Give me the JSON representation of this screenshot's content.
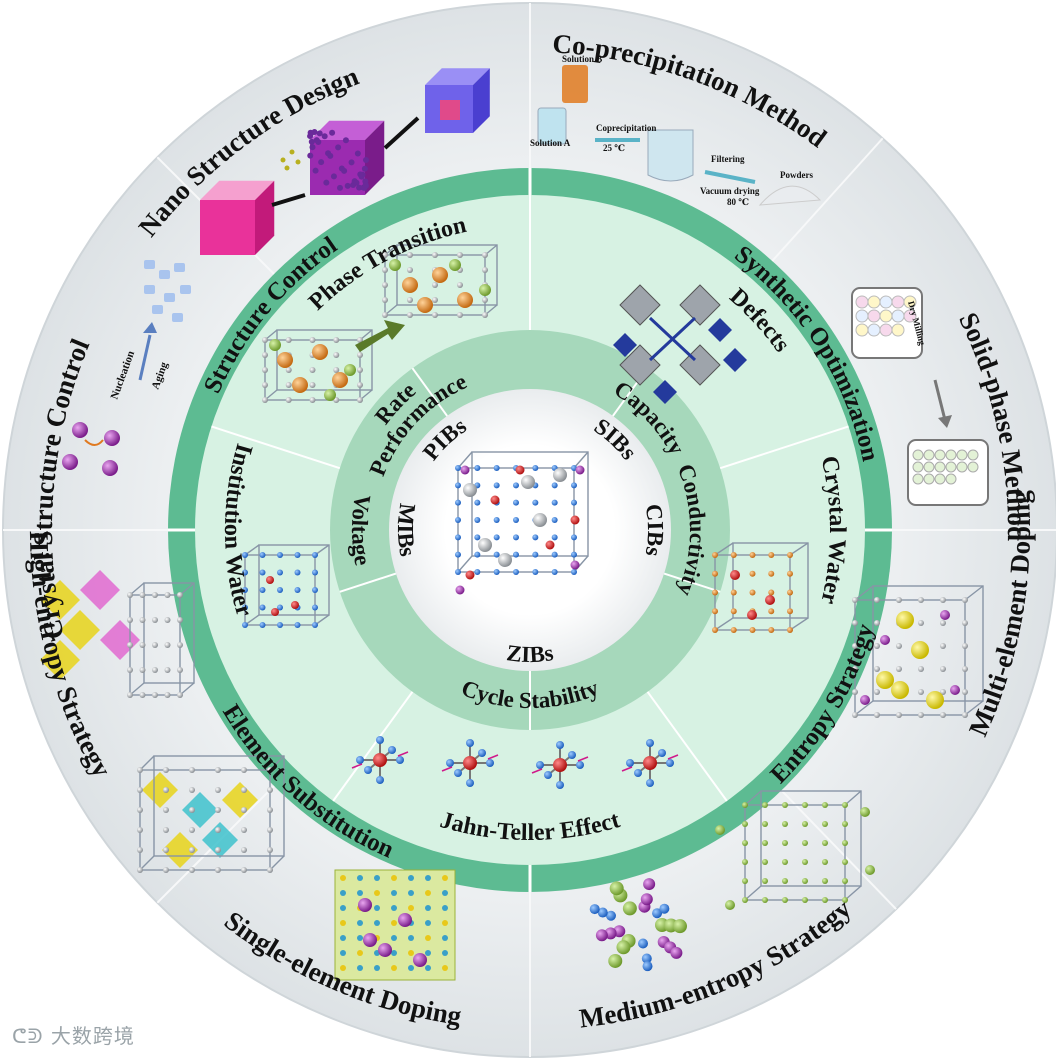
{
  "center": {
    "ions": [
      "PIBs",
      "SIBs",
      "CIBs",
      "ZIBs",
      "MIBs"
    ]
  },
  "ring2": {
    "items": [
      "Rate Performance",
      "Capacity",
      "Conductivity",
      "Cycle Stability",
      "Voltage"
    ],
    "rate_line1": "Rate",
    "rate_line2": "Performance"
  },
  "ring3": {
    "items": [
      "Phase Transition",
      "Defects",
      "Crystal Water",
      "Jahn-Teller Effect",
      "Institution Water"
    ]
  },
  "ring4": {
    "items": [
      "Structure Control",
      "Synthetic Optimization",
      "Element Substitution",
      "Entropy Strategy"
    ]
  },
  "ring5": {
    "items": [
      "Nano Structure Design",
      "Co-precipitation Method",
      "Solid-phase Method",
      "Multi-element Doping",
      "Single-element Doping",
      "Medium-entropy Strategy",
      "High-entropy Strategy",
      "Crystal Structure Control"
    ]
  },
  "figure_labels": {
    "nucleation": "Nucleation",
    "aging": "Aging",
    "solution_a": "Solution A",
    "solution_b": "Solution B",
    "coprecipitation": "Coprecipitation",
    "temp1": "25 ℃",
    "filtering": "Filtering",
    "vacuum_drying": "Vacuum drying",
    "temp2": "80 ℃",
    "powders": "Powders",
    "dry_milling": "Dry Milling"
  },
  "watermark": "大数跨境",
  "colors": {
    "outer_ring": "#e4e7ea",
    "strategy_band": "#5dbb92",
    "inner_field": "#d7f2e3",
    "property_ring": "#a6d8bb",
    "center": "#ffffff",
    "divider": "#ffffff"
  }
}
